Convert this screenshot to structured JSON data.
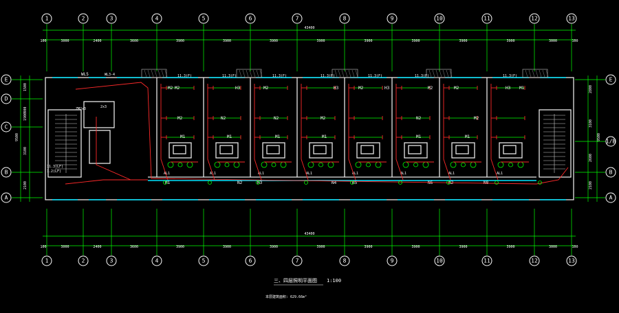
{
  "colors": {
    "background": "#000000",
    "axis": "#ffffff",
    "dimension": "#00ff00",
    "wall": "#e8e8e8",
    "circuit": "#ff2a2a",
    "window": "#00e5ff",
    "fixture": "#00ff00"
  },
  "axes": {
    "vertical_labels": [
      "1",
      "2",
      "3",
      "4",
      "5",
      "6",
      "7",
      "8",
      "9",
      "10",
      "11",
      "12",
      "13"
    ],
    "horizontal_labels_left": [
      "E",
      "D",
      "C",
      "B",
      "A"
    ],
    "horizontal_labels_right": [
      "E",
      "1/B",
      "B",
      "A"
    ]
  },
  "dimensions": {
    "segments": [
      "3000",
      "2400",
      "3600",
      "3900",
      "3900",
      "3900",
      "3900",
      "3900",
      "3900",
      "3900",
      "3900",
      "3000"
    ],
    "total": "43400",
    "edge": "100",
    "left_side": [
      "1500",
      "900",
      "1900",
      "3100",
      "2100"
    ],
    "left_total": "9500",
    "right_side": [
      "2800",
      "3100",
      "2600",
      "2100"
    ],
    "right_total": "9500"
  },
  "labels": {
    "lamp_big": [
      "M2",
      "H3",
      "M2",
      "M2",
      "H3",
      "M2",
      "H3",
      "M2",
      "M2",
      "H3",
      "M1"
    ],
    "lamp_mid": [
      "M2",
      "N2",
      "N2",
      "M2",
      "N2",
      "M2"
    ],
    "lamp_small": [
      "M1",
      "M1",
      "M1",
      "M1",
      "M1",
      "M1"
    ],
    "corridor": [
      "M1",
      "N2",
      "N3",
      "N4",
      "N5",
      "N6",
      "N2",
      "N8"
    ],
    "panel_top": [
      "WL5",
      "WL3-4"
    ],
    "panel_left": [
      "ZM2x3",
      "2x3"
    ],
    "al": [
      "AL1",
      "AL1",
      "AL1",
      "AL1",
      "AL1",
      "AL1",
      "AL1",
      "AL1"
    ],
    "side_notes": [
      "11.3(F)",
      "11.3(F)",
      "11.3(F)",
      "11.3(F)",
      "11.3(F)",
      "11.3(F)",
      "11.3(F)"
    ],
    "ax": [
      "11.3(LF)",
      "1.2(LF)"
    ]
  },
  "footer": {
    "title": "三、四层照明平面图",
    "scale": "1:100",
    "note": "本层建筑面积: 629.66m²"
  }
}
